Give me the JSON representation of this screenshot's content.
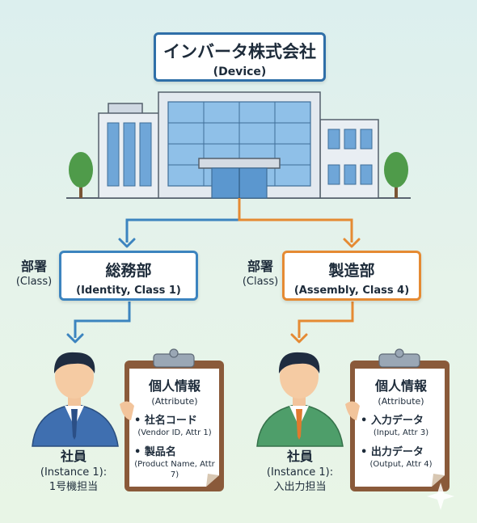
{
  "device": {
    "name": "インバータ株式会社",
    "sub": "(Device)"
  },
  "departments": [
    {
      "side_label": "部署",
      "side_sub": "(Class)",
      "name": "総務部",
      "sub": "(Identity, Class 1)"
    },
    {
      "side_label": "部署",
      "side_sub": "(Class)",
      "name": "製造部",
      "sub": "(Assembly, Class 4)"
    }
  ],
  "employees": [
    {
      "label": "社員",
      "instance": "(Instance 1):",
      "role": "1号機担当",
      "card": {
        "title": "個人情報",
        "subtitle": "(Attribute)",
        "items": [
          {
            "label": "• 社名コード",
            "desc": "(Vendor ID, Attr 1)"
          },
          {
            "label": "• 製品名",
            "desc": "(Product Name, Attr 7)"
          }
        ]
      }
    },
    {
      "label": "社員",
      "instance": "(Instance 1):",
      "role": "入出力担当",
      "card": {
        "title": "個人情報",
        "subtitle": "(Attribute)",
        "items": [
          {
            "label": "• 入力データ",
            "desc": "(Input, Attr 3)"
          },
          {
            "label": "• 出力データ",
            "desc": "(Output, Attr 4)"
          }
        ]
      }
    }
  ],
  "colors": {
    "blue": "#3c84bf",
    "orange": "#e58a33",
    "navy": "#2f6fa8",
    "suit_blue": "#3f6fb0",
    "suit_green": "#4e9e6a",
    "clipboard": "#8a5a3a"
  }
}
